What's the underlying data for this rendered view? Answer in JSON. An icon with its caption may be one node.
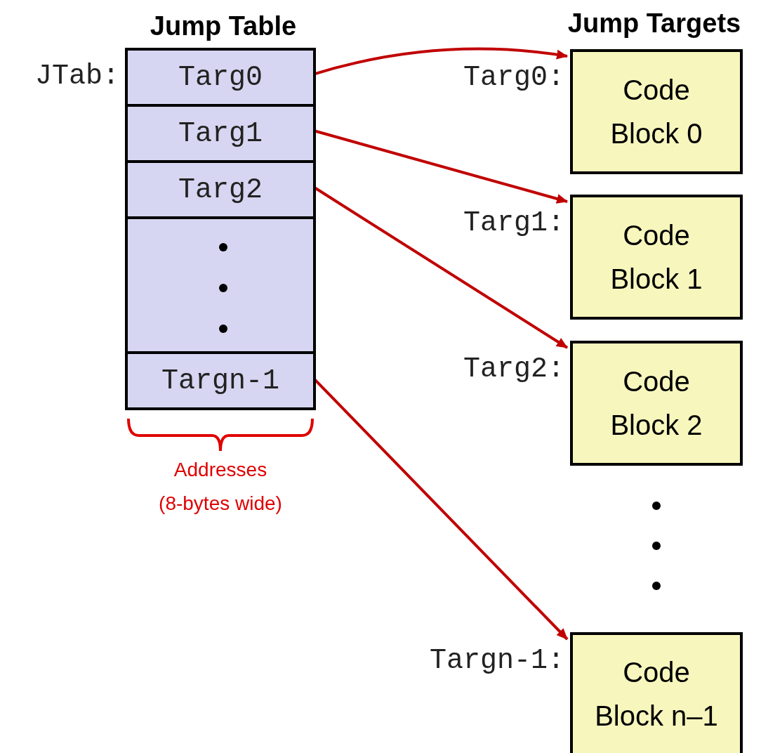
{
  "diagram": {
    "nodes": [
      {
        "text": [
          "Jump Table"
        ],
        "beside": [
          "JTab:"
        ]
      },
      {
        "text": [
          "Targ0"
        ],
        "in": 0
      },
      {
        "text": [
          "Targ1"
        ],
        "in": 0
      },
      {
        "text": [
          "Targ2"
        ],
        "in": 0
      },
      {
        "text": [],
        "shape": "box",
        "in": 0
      },
      {
        "text": [
          "Targn-1"
        ],
        "in": 0
      },
      {
        "text": [
          "Code Block 0"
        ],
        "beside": [
          "Targ0:"
        ]
      },
      {
        "text": [
          "Code Block 1"
        ],
        "beside": [
          "Targ1:"
        ]
      },
      {
        "text": [
          "Code Block 2"
        ],
        "beside": [
          "Targ2:"
        ]
      },
      {
        "text": [
          "Code Block n–1"
        ],
        "beside": [
          "Targn-1:"
        ]
      }
    ],
    "edges": [
      {
        "from": 1,
        "to": 6,
        "arrow": "to"
      },
      {
        "from": 2,
        "to": 7,
        "arrow": "to"
      },
      {
        "from": 3,
        "to": 8,
        "arrow": "to"
      },
      {
        "from": 5,
        "to": 9,
        "arrow": "to"
      }
    ],
    "labels": [
      "Jump Targets",
      "Addresses (8-bytes wide)"
    ]
  }
}
